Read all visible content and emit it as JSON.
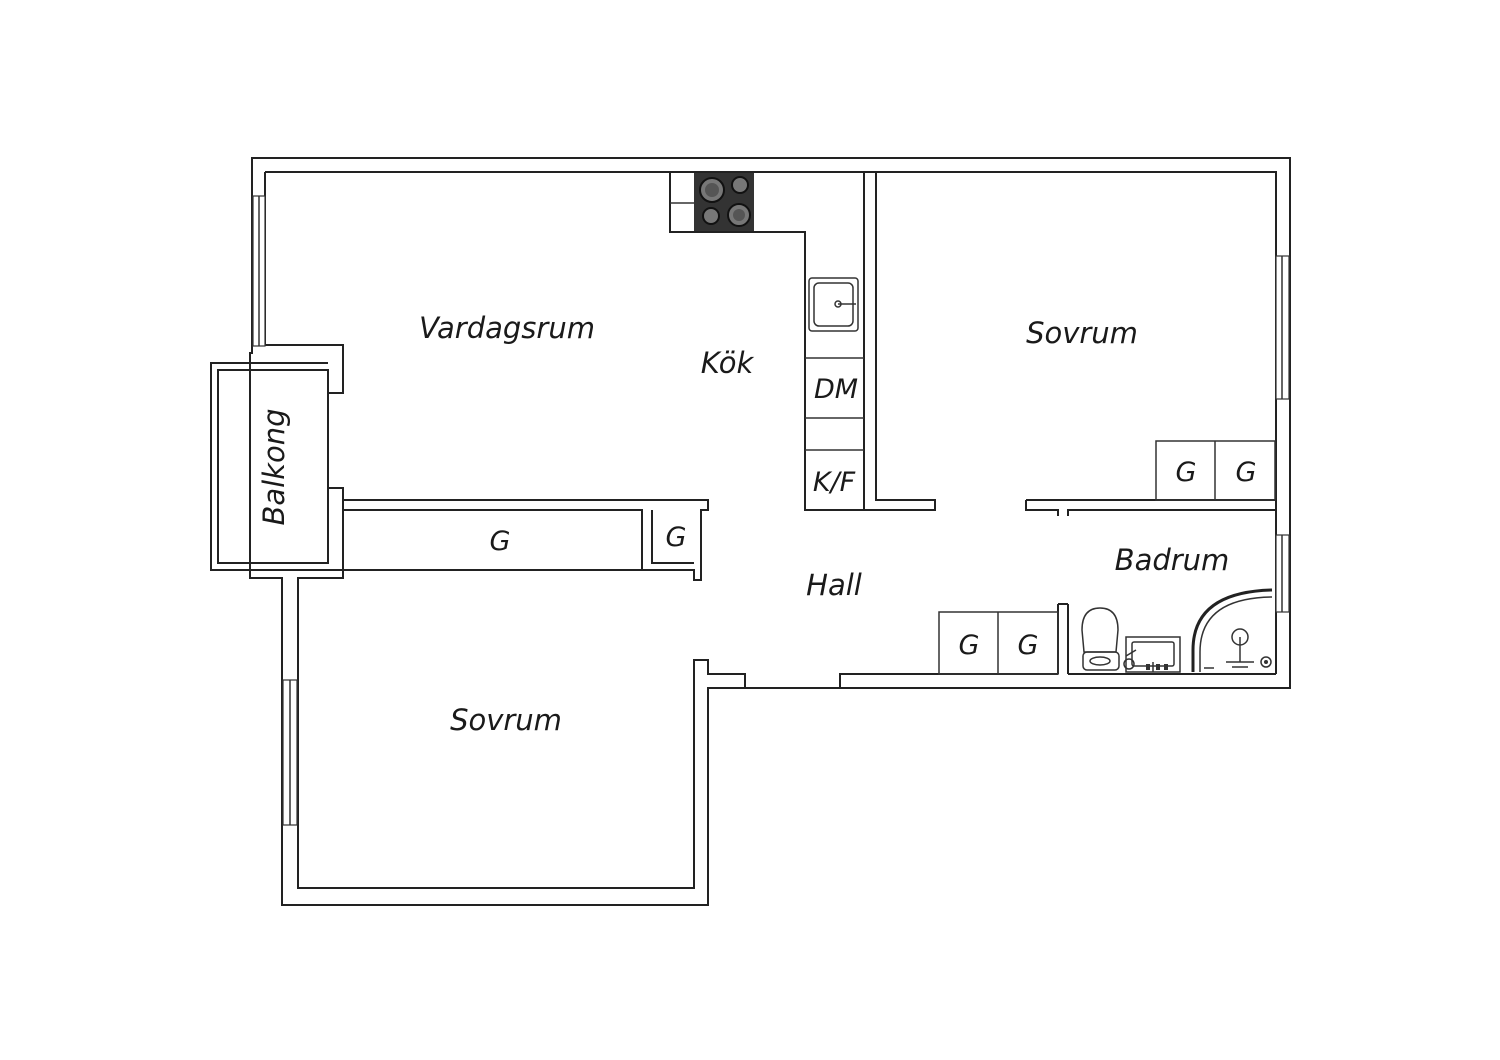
{
  "rooms": {
    "vardagsrum": "Vardagsrum",
    "kok": "Kök",
    "sovrum_right": "Sovrum",
    "sovrum_bottom": "Sovrum",
    "hall": "Hall",
    "badrum": "Badrum",
    "balkong": "Balkong"
  },
  "fixtures": {
    "dm": "DM",
    "kf": "K/F",
    "g": "G"
  },
  "colors": {
    "wall": "#222222",
    "stove": "#333333",
    "background": "#ffffff"
  }
}
